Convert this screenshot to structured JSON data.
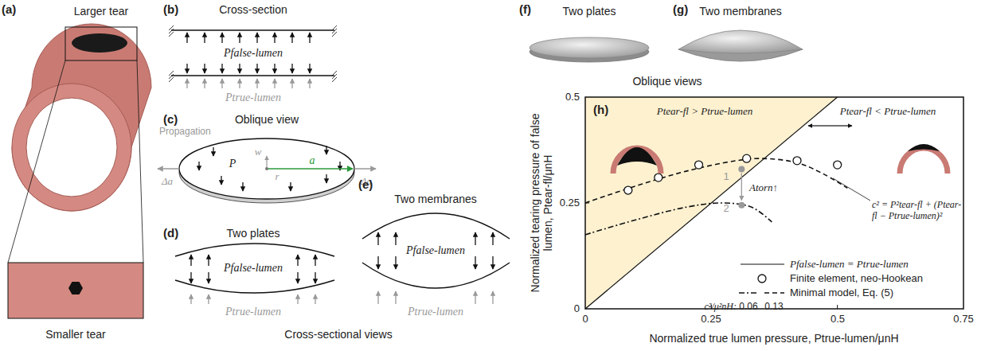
{
  "diagram": {
    "labels": [
      "(a)",
      "Larger tear",
      "Smaller tear",
      "(b)",
      "Cross-section",
      "Pfalse-lumen",
      "Ptrue-lumen",
      "(c)",
      "Oblique view",
      "Propagation",
      "Δa",
      "P",
      "w",
      "r",
      "a",
      "Δa",
      "(d)",
      "Two plates",
      "Pfalse-lumen",
      "Ptrue-lumen",
      "(e)",
      "Two membranes",
      "Pfalse-lumen",
      "Ptrue-lumen",
      "Cross-sectional views",
      "(f)",
      "Two plates",
      "(g)",
      "Two membranes",
      "Oblique views",
      "(h)",
      "Ptear-fl > Ptrue-lumen",
      "Ptear-fl < Ptrue-lumen",
      "1",
      "Atorn↑",
      "2",
      "c² = P²tear-fl + (Ptear-fl − Ptrue-lumen)²",
      "c²/μ²nH:",
      "0.06",
      "0.13",
      "0",
      "0.25",
      "0.5",
      "0",
      "0.25",
      "0.5",
      "0.75",
      "Normalized tearing pressure of false lumen, Ptear-fl/μnH",
      "Normalized true lumen pressure, Ptrue-lumen/μnH"
    ],
    "legend": [
      {
        "text": "Pfalse-lumen = Ptrue-lumen"
      },
      {
        "text": "Finite element, neo-Hookean"
      },
      {
        "text": "Minimal model, Eq. (5)"
      }
    ]
  }
}
